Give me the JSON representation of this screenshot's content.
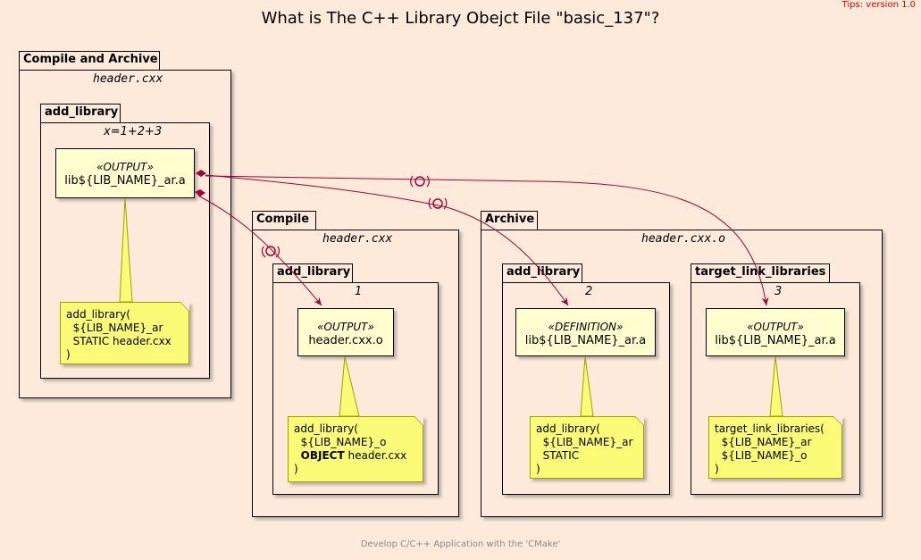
{
  "title": "What is The C++ Library Obejct File \"basic_137\"?",
  "tips": "Tips: version 1.0",
  "footer": "Develop C/C++ Application with the 'CMake'",
  "packages": {
    "compile_archive": {
      "label": "Compile and Archive",
      "stereotype": "header.cxx"
    },
    "ca_add_library": {
      "label": "add_library",
      "stereotype": "x=1+2+3"
    },
    "compile": {
      "label": "Compile",
      "stereotype": "header.cxx"
    },
    "c_add_library": {
      "label": "add_library",
      "stereotype": "1"
    },
    "archive": {
      "label": "Archive",
      "stereotype": "header.cxx.o"
    },
    "a_add_library": {
      "label": "add_library",
      "stereotype": "2"
    },
    "a_target_link": {
      "label": "target_link_libraries",
      "stereotype": "3"
    }
  },
  "artifacts": {
    "main": {
      "stereotype": "«OUTPUT»",
      "name": "lib${LIB_NAME}_ar.a"
    },
    "compile_out": {
      "stereotype": "«OUTPUT»",
      "name": "header.cxx.o"
    },
    "archive_def": {
      "stereotype": "«DEFINITION»",
      "name": "lib${LIB_NAME}_ar.a"
    },
    "link_out": {
      "stereotype": "«OUTPUT»",
      "name": "lib${LIB_NAME}_ar.a"
    }
  },
  "notes": {
    "main": {
      "lines": [
        "add_library(",
        "  ${LIB_NAME}_ar",
        "  STATIC header.cxx",
        ")"
      ]
    },
    "compile": {
      "line1": "add_library(",
      "line2": "  ${LIB_NAME}_o",
      "line3_bold": "OBJECT",
      "line3_rest": " header.cxx",
      "line4": ")"
    },
    "archive": {
      "lines": [
        "add_library(",
        "  ${LIB_NAME}_ar",
        "  STATIC",
        ")"
      ]
    },
    "link": {
      "lines": [
        "target_link_libraries(",
        "  ${LIB_NAME}_ar",
        "  ${LIB_NAME}_o",
        ")"
      ]
    }
  },
  "colors": {
    "background": "#fdeadb",
    "artifact_fill": "#fefece",
    "note_fill": "#fbfb77",
    "arrow": "#a80036"
  }
}
